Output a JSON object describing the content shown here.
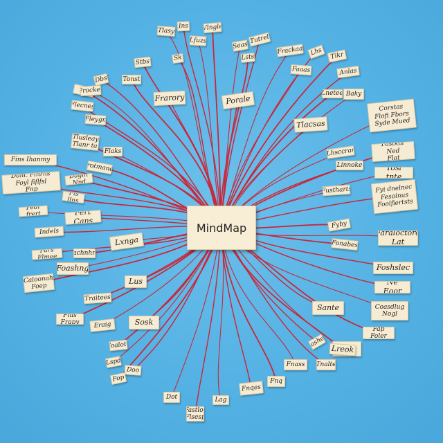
{
  "center": {
    "label": "MindMap"
  },
  "branch_color": "#c8283a",
  "nodes": [
    {
      "id": "n1",
      "label": "Tlasy"
    },
    {
      "id": "n2",
      "label": "Ins"
    },
    {
      "id": "n3",
      "label": "Vlngle"
    },
    {
      "id": "n4",
      "label": "Lfuzs"
    },
    {
      "id": "n5",
      "label": "Sk"
    },
    {
      "id": "n6",
      "label": "Stbs"
    },
    {
      "id": "n7",
      "label": "Seas"
    },
    {
      "id": "n8",
      "label": "Tutrel"
    },
    {
      "id": "n9",
      "label": "Lsts"
    },
    {
      "id": "n10",
      "label": "Frackaa"
    },
    {
      "id": "n11",
      "label": "Lhs"
    },
    {
      "id": "n12",
      "label": "Tikr"
    },
    {
      "id": "n13",
      "label": "Faaas"
    },
    {
      "id": "n14",
      "label": "Anlas"
    },
    {
      "id": "n15",
      "label": "Lnetee"
    },
    {
      "id": "n16",
      "label": "Baky"
    },
    {
      "id": "n17",
      "label": "Dbs"
    },
    {
      "id": "n18",
      "label": "Tonst"
    },
    {
      "id": "n19",
      "label": "Frarory"
    },
    {
      "id": "n20",
      "label": "Porale"
    },
    {
      "id": "n21",
      "label": "Tis"
    },
    {
      "id": "n22",
      "label": "Frocker"
    },
    {
      "id": "n23",
      "label": "Flecnes"
    },
    {
      "id": "n24",
      "label": "Fleygn"
    },
    {
      "id": "n25",
      "label": "Corstas\nFlofi Fbors\nSyde Mued"
    },
    {
      "id": "n26",
      "label": "Tlacsas"
    },
    {
      "id": "n27",
      "label": "Tlusleay\nTlanr ta"
    },
    {
      "id": "n28",
      "label": "Flaks"
    },
    {
      "id": "n29",
      "label": "Fins Ihanmy"
    },
    {
      "id": "n30",
      "label": "Frotmaney"
    },
    {
      "id": "n31",
      "label": "Lhsccrar"
    },
    {
      "id": "n32",
      "label": "Linnoke"
    },
    {
      "id": "n33",
      "label": "Fastkal Ned\nFlat"
    },
    {
      "id": "n34",
      "label": "Tosl tnte"
    },
    {
      "id": "n35",
      "label": "Danl. Flnrhs\nFoyl fiflfsl\nFnp"
    },
    {
      "id": "n36",
      "label": "Dagin Nnd"
    },
    {
      "id": "n37",
      "label": "Fustharts"
    },
    {
      "id": "n38",
      "label": "Fyi dnelnec\nFesoinus\nFoolfiertsts"
    },
    {
      "id": "n39",
      "label": "Fis llns"
    },
    {
      "id": "n40",
      "label": "Pedl frert"
    },
    {
      "id": "n41",
      "label": "Fert Cans"
    },
    {
      "id": "n42",
      "label": "Fyby"
    },
    {
      "id": "n43",
      "label": "Faraloctord\nLat"
    },
    {
      "id": "n44",
      "label": "Indels"
    },
    {
      "id": "n45",
      "label": "Fonabes"
    },
    {
      "id": "n46",
      "label": "Lxnga"
    },
    {
      "id": "n47",
      "label": "Fars Flmee"
    },
    {
      "id": "n48",
      "label": "Fachnhny"
    },
    {
      "id": "n49",
      "label": "Foashng"
    },
    {
      "id": "n50",
      "label": "Foshslec"
    },
    {
      "id": "n51",
      "label": "Caloonah\nFoep"
    },
    {
      "id": "n52",
      "label": "Lus"
    },
    {
      "id": "n53",
      "label": "Ne Eoor"
    },
    {
      "id": "n54",
      "label": "Traitees"
    },
    {
      "id": "n55",
      "label": "Coasdlug\nNogl"
    },
    {
      "id": "n56",
      "label": "Sante"
    },
    {
      "id": "n57",
      "label": "Flus Frapy"
    },
    {
      "id": "n58",
      "label": "Eraig"
    },
    {
      "id": "n59",
      "label": "Sosk"
    },
    {
      "id": "n60",
      "label": "Fap Foler"
    },
    {
      "id": "n61",
      "label": "Flatt"
    },
    {
      "id": "n62",
      "label": "Lashes"
    },
    {
      "id": "n63",
      "label": "Lreok"
    },
    {
      "id": "n64",
      "label": "Fnass"
    },
    {
      "id": "n65",
      "label": "Tnalte"
    },
    {
      "id": "n66",
      "label": "Foalote"
    },
    {
      "id": "n67",
      "label": "Lspd"
    },
    {
      "id": "n68",
      "label": "Doo"
    },
    {
      "id": "n69",
      "label": "Fop"
    },
    {
      "id": "n70",
      "label": "Dot"
    },
    {
      "id": "n71",
      "label": "Fnqes"
    },
    {
      "id": "n72",
      "label": "Fnq"
    },
    {
      "id": "n73",
      "label": "Lag"
    },
    {
      "id": "n74",
      "label": "Fastlor\nFlsesp"
    }
  ]
}
